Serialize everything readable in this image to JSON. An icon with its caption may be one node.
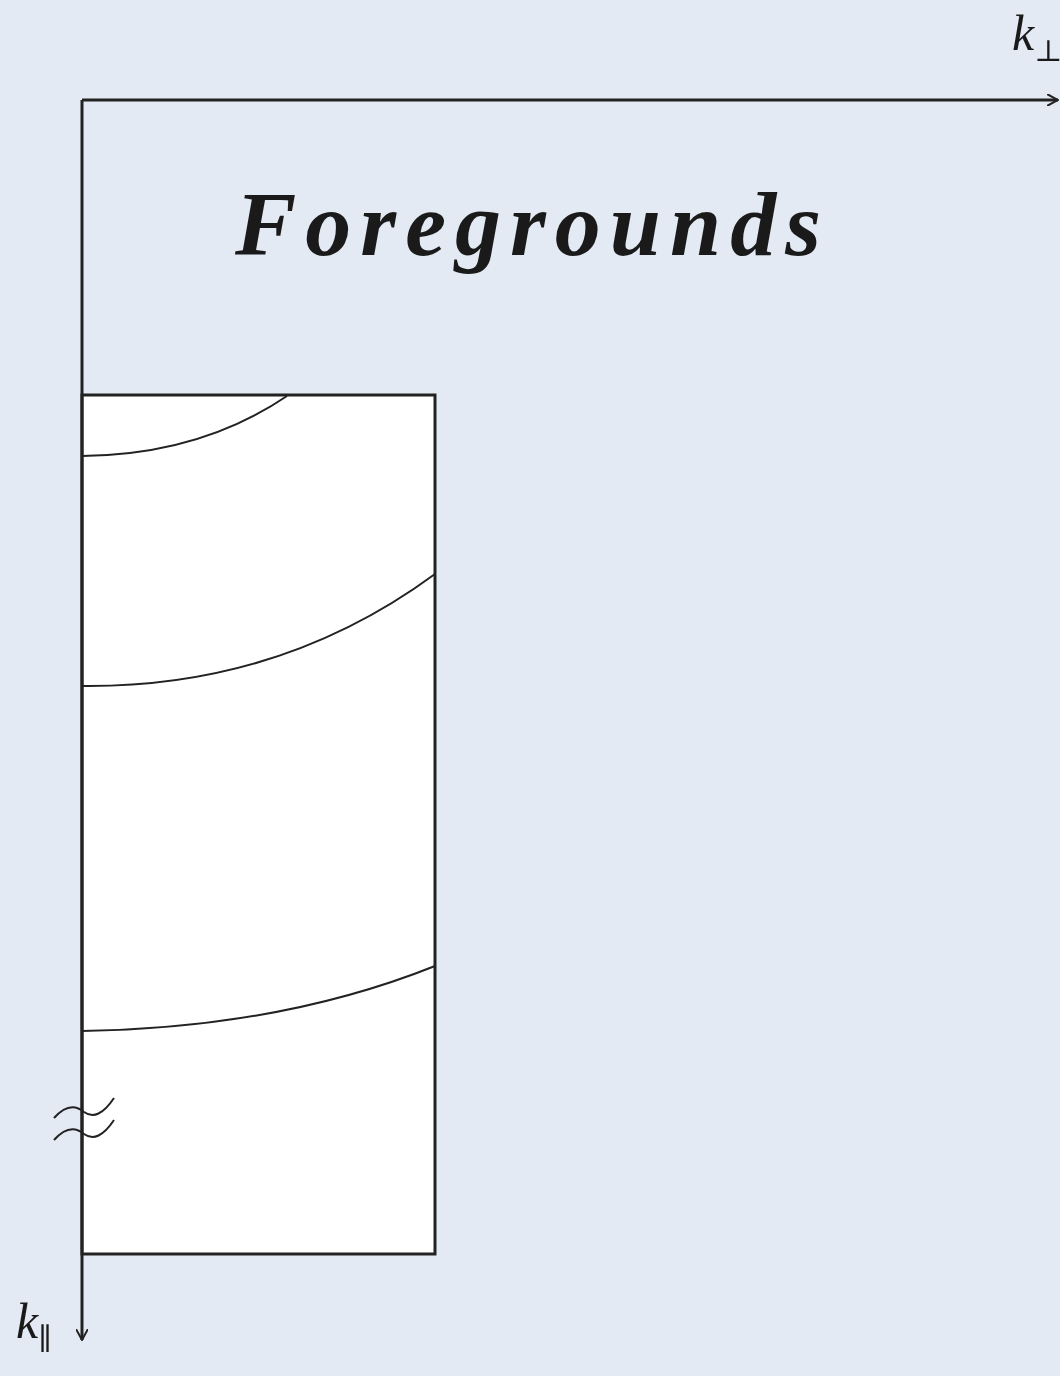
{
  "diagram": {
    "labels": [
      "*k*$_{⊥}$",
      "Foregrounds",
      "*k*$_{∥}$"
    ]
  }
}
